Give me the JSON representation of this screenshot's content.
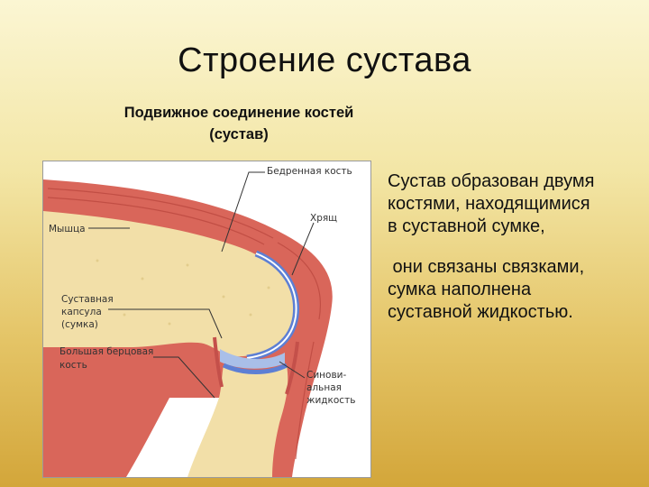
{
  "slide": {
    "title": "Строение сустава",
    "subtitle_line1": "Подвижное соединение костей",
    "subtitle_line2": "(сустав)"
  },
  "diagram": {
    "labels": {
      "femur": "Бедренная кость",
      "muscle": "Мышца",
      "cartilage": "Хрящ",
      "capsule_1": "Суставная",
      "capsule_2": "капсула",
      "capsule_3": "(сумка)",
      "tibia_1": "Большая берцовая",
      "tibia_2": "кость",
      "synovial_1": "Синови-",
      "synovial_2": "альная",
      "synovial_3": "жидкость"
    },
    "colors": {
      "muscle": "#d9665a",
      "bone": "#f2dfa8",
      "cartilage": "#5d7fd4",
      "capsule": "#c4504a"
    }
  },
  "text": {
    "p1_line1": "Сустав образован двумя",
    "p1_line2": "костями, находящимися",
    "p1_line3": "в суставной сумке,",
    "p2_line1": " они связаны связками,",
    "p2_line2": "сумка наполнена",
    "p2_line3": "суставной жидкостью."
  }
}
